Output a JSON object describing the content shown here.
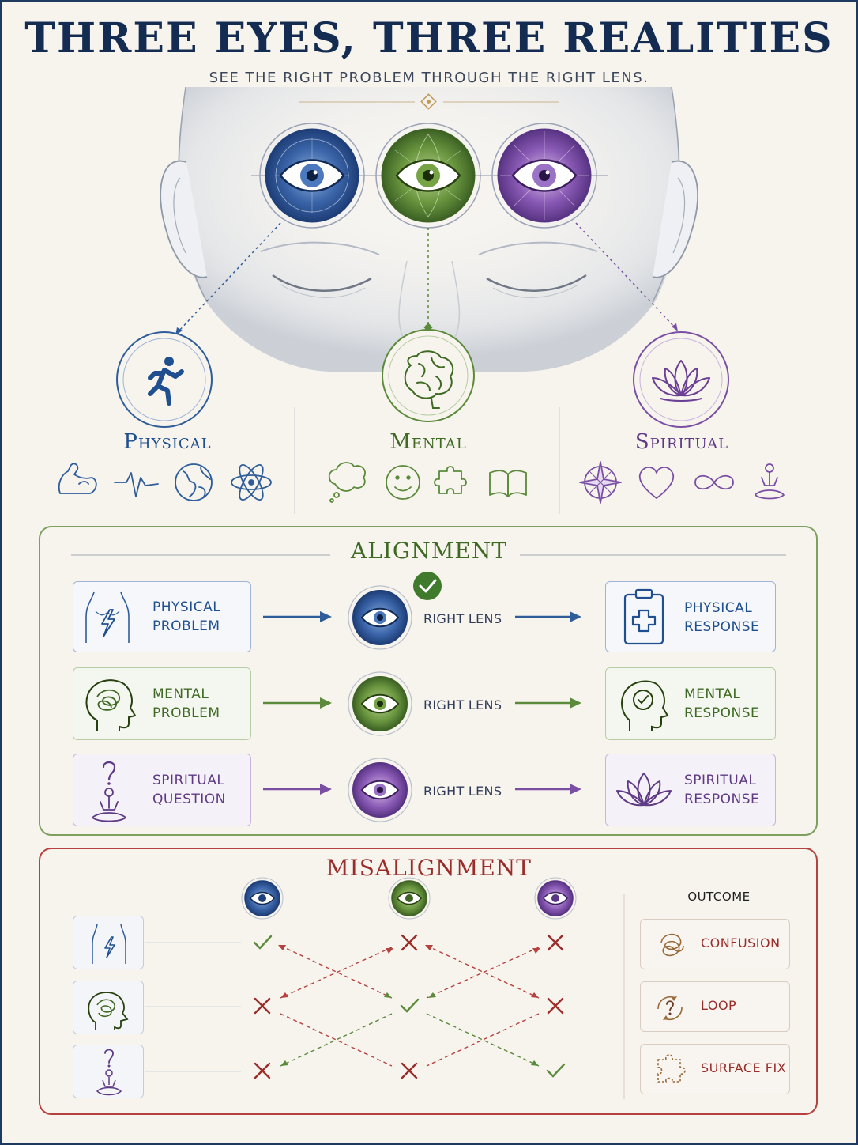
{
  "header": {
    "title": "THREE EYES, THREE REALITIES",
    "subtitle": "SEE THE RIGHT PROBLEM THROUGH THE RIGHT LENS."
  },
  "colors": {
    "navy": "#142c52",
    "physical": "#2f5d9a",
    "mental": "#5a8a3a",
    "spiritual": "#7a4fa3",
    "misalignment": "#9a2d2a",
    "alignment_border": "#7ea05e"
  },
  "categories": [
    {
      "name": "Physical",
      "main_icon": "running-person-icon",
      "icons": [
        "flexed-arm-icon",
        "heartbeat-icon",
        "globe-icon",
        "atom-icon"
      ]
    },
    {
      "name": "Mental",
      "main_icon": "brain-icon",
      "icons": [
        "thought-bubble-icon",
        "smiley-icon",
        "puzzle-icon",
        "open-book-icon"
      ]
    },
    {
      "name": "Spiritual",
      "main_icon": "lotus-icon",
      "icons": [
        "compass-star-icon",
        "heart-icon",
        "infinity-icon",
        "meditation-icon"
      ]
    }
  ],
  "alignment": {
    "title": "ALIGNMENT",
    "rows": [
      {
        "problem_line1": "PHYSICAL",
        "problem_line2": "PROBLEM",
        "lens": "RIGHT LENS",
        "response_line1": "PHYSICAL",
        "response_line2": "RESPONSE",
        "problem_icon": "torso-lightning-icon",
        "response_icon": "clipboard-cross-icon"
      },
      {
        "problem_line1": "MENTAL",
        "problem_line2": "PROBLEM",
        "lens": "RIGHT LENS",
        "response_line1": "MENTAL",
        "response_line2": "RESPONSE",
        "problem_icon": "tangled-head-icon",
        "response_icon": "head-check-icon"
      },
      {
        "problem_line1": "SPIRITUAL",
        "problem_line2": "QUESTION",
        "lens": "RIGHT LENS",
        "response_line1": "SPIRITUAL",
        "response_line2": "RESPONSE",
        "problem_icon": "question-meditation-icon",
        "response_icon": "lotus-icon"
      }
    ]
  },
  "misalignment": {
    "title": "MISALIGNMENT",
    "outcome_header": "OUTCOME",
    "outcomes": [
      {
        "label": "CONFUSION",
        "icon": "tangle-icon"
      },
      {
        "label": "LOOP",
        "icon": "loop-question-icon"
      },
      {
        "label": "SURFACE FIX",
        "icon": "puzzle-piece-icon"
      }
    ],
    "matrix": [
      [
        "check",
        "cross",
        "cross"
      ],
      [
        "cross",
        "check",
        "cross"
      ],
      [
        "cross",
        "cross",
        "check"
      ]
    ]
  }
}
